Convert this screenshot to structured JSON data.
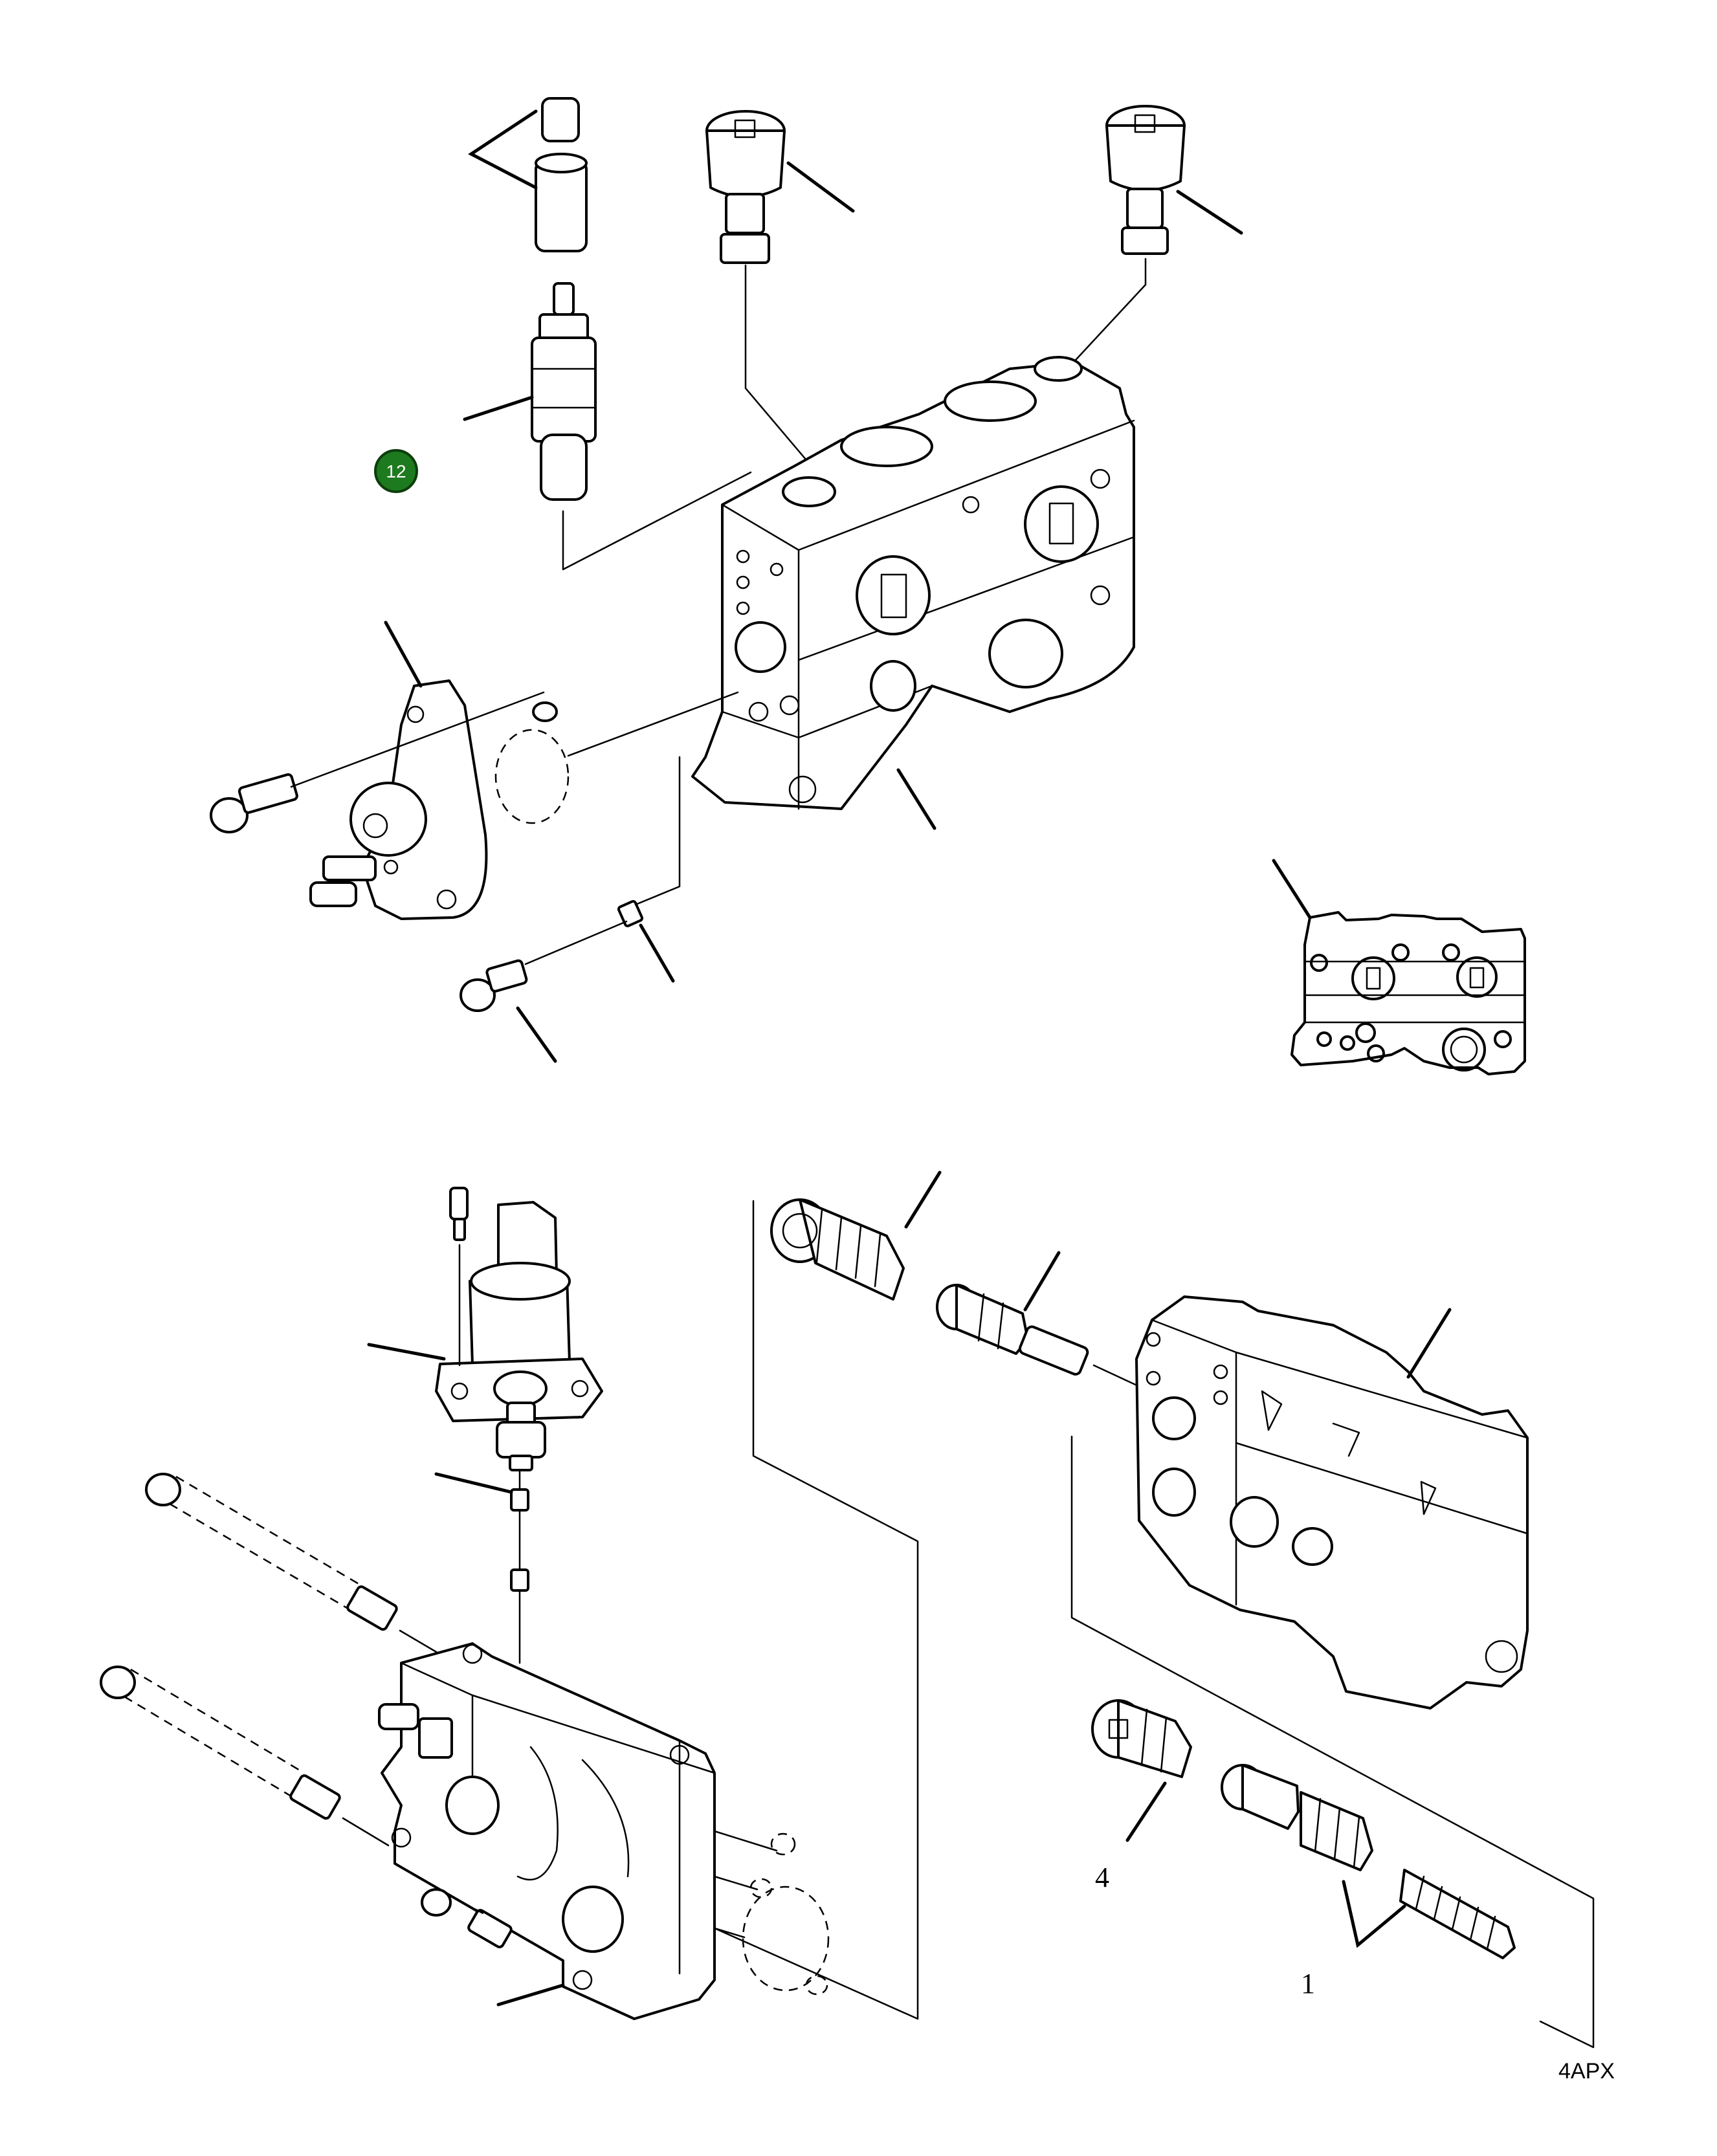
{
  "diagram": {
    "badge": {
      "label": "12",
      "color": "#1e7a1e"
    },
    "callouts": {
      "item_4": "4",
      "item_1": "1"
    },
    "drawing_code": "4APX"
  }
}
